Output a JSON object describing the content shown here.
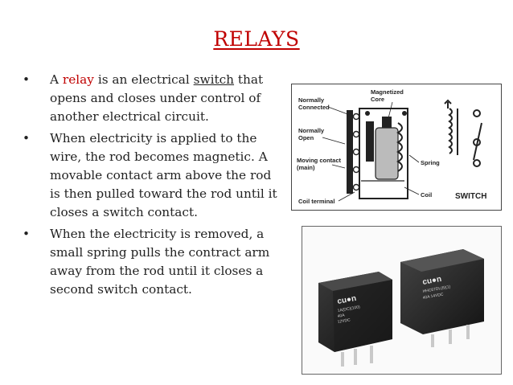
{
  "title": "RELAYS",
  "bullets": [
    {
      "pre": "A ",
      "highlight": "relay",
      "mid": " is an electrical ",
      "underline": "switch",
      "post": " that opens and closes under control of another electrical circuit."
    },
    {
      "text": "When electricity is applied to the wire, the rod becomes magnetic. A movable contact arm above the rod is then pulled toward the rod until it closes a switch contact."
    },
    {
      "text": "When the electricity is removed, a small spring pulls the contract arm away from the rod until it closes a second switch contact."
    }
  ],
  "diagram": {
    "labels": {
      "normally_connected": [
        "Normally",
        "Connected"
      ],
      "magnetized_core": [
        "Magnetized",
        "Core"
      ],
      "normally_open": [
        "Normally",
        "Open"
      ],
      "moving_contact": [
        "Moving contact",
        "(main)"
      ],
      "spring": "Spring",
      "coil": "Coil",
      "coil_terminal": "Coil terminal",
      "switch": "SWITCH"
    }
  },
  "photo": {
    "relay_left": {
      "brand": "cu●n",
      "lines": [
        "1A(DC)(100)",
        "40A",
        "12VDC"
      ]
    },
    "relay_right": {
      "brand": "cu●n",
      "lines": [
        "HHC67DL(6)(1)",
        "40A  14VDC"
      ]
    }
  },
  "colors": {
    "title": "#c00000",
    "highlight": "#c00000",
    "text": "#222222"
  }
}
